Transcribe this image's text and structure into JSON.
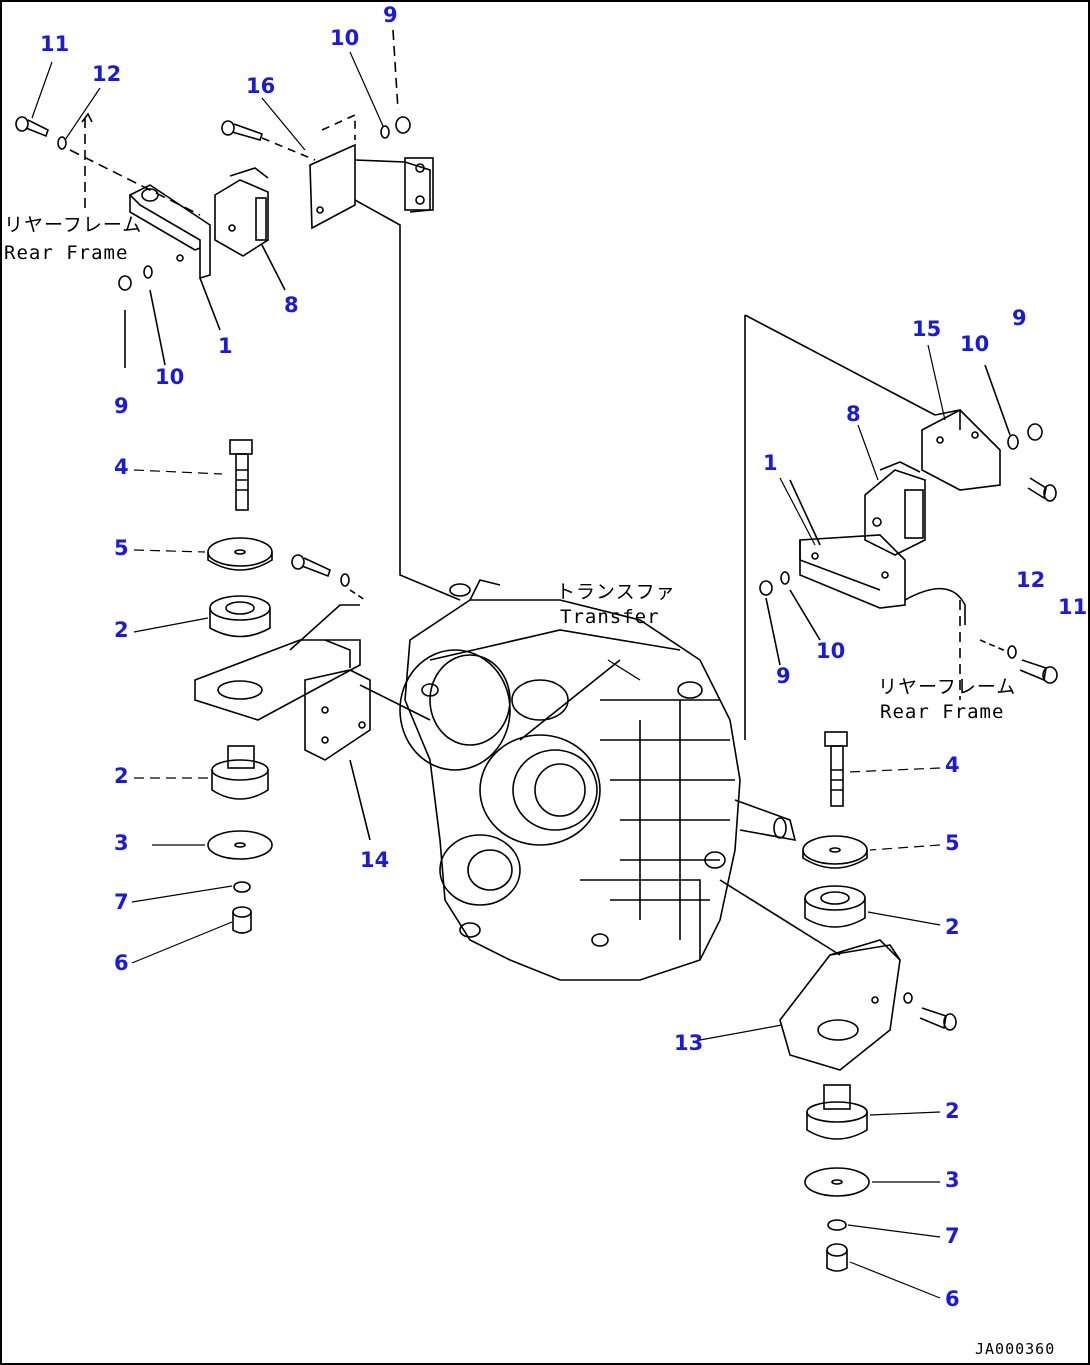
{
  "labels": {
    "rear_frame_jp": "リヤーフレーム",
    "rear_frame_en": "Rear Frame",
    "transfer_jp": "トランスファ",
    "transfer_en": "Transfer"
  },
  "drawing_code": "JA000360",
  "callouts": [
    "1",
    "2",
    "3",
    "4",
    "5",
    "6",
    "7",
    "8",
    "9",
    "10",
    "11",
    "12",
    "13",
    "14",
    "15",
    "16"
  ],
  "colors": {
    "callout": "#1a1adc",
    "line": "#000000",
    "background": "#ffffff"
  }
}
